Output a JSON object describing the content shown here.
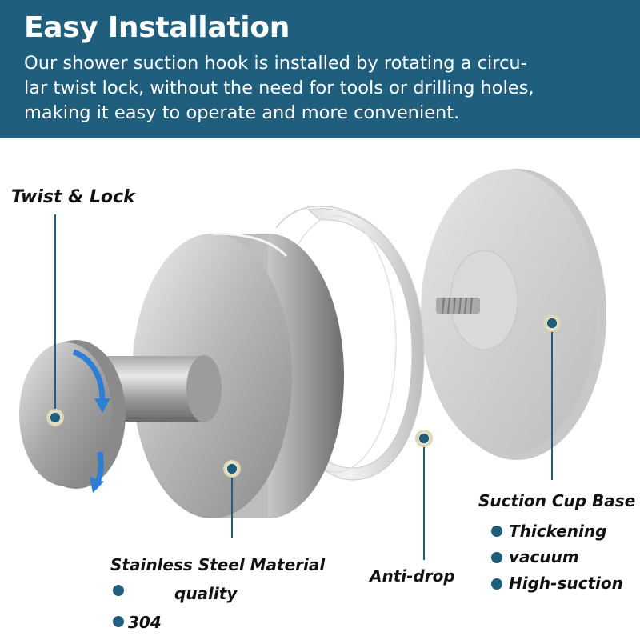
{
  "header": {
    "title": "Easy Installation",
    "line1": "Our shower suction hook is installed by rotating a circu-",
    "line2": "lar twist lock, without the need for tools or drilling holes,",
    "line3": "making it easy to operate and more convenient."
  },
  "callouts": {
    "twist_lock": "Twist & Lock",
    "steel": {
      "title": "Stainless Steel Material",
      "items": [
        "quality",
        "304"
      ]
    },
    "anti_drop": "Anti-drop",
    "suction": {
      "title": "Suction Cup Base",
      "items": [
        "Thickening",
        "vacuum",
        "High-suction"
      ]
    }
  },
  "colors": {
    "header_bg": "#1f5f7d",
    "accent_line": "#1f5f7d",
    "arrow_blue": "#2d7fd6"
  }
}
